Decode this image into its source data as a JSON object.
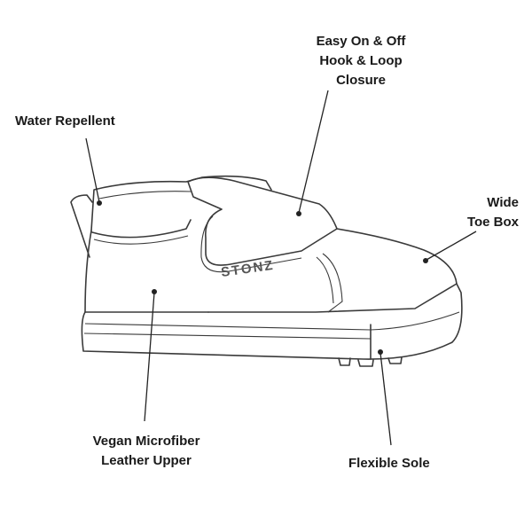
{
  "brand": "STONZ",
  "callouts": {
    "water_repellent": {
      "lines": [
        "Water Repellent"
      ]
    },
    "closure": {
      "lines": [
        "Easy On & Off",
        "Hook & Loop",
        "Closure"
      ]
    },
    "toe_box": {
      "lines": [
        "Wide",
        "Toe Box"
      ]
    },
    "upper": {
      "lines": [
        "Vegan Microfiber",
        "Leather Upper"
      ]
    },
    "sole": {
      "lines": [
        "Flexible Sole"
      ]
    }
  }
}
